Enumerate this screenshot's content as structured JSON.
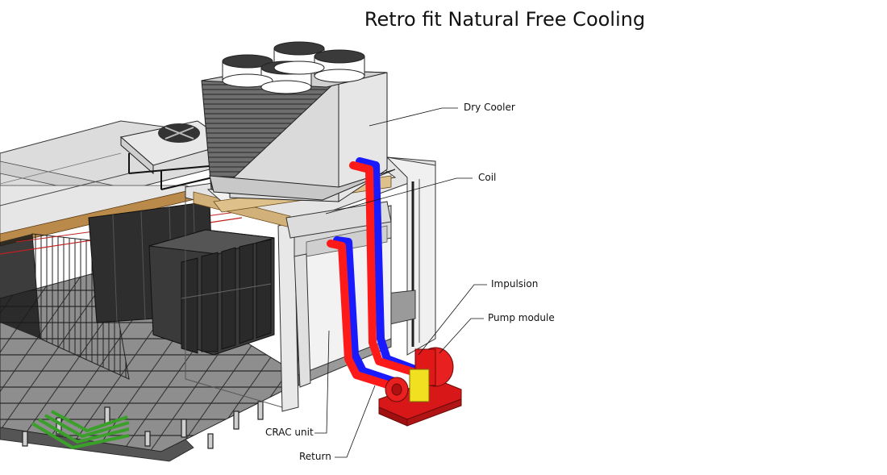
{
  "title": "Retro fit Natural Free Cooling",
  "labels": {
    "dry_cooler": "Dry Cooler",
    "coil": "Coil",
    "impulsion": "Impulsion",
    "pump_module": "Pump module",
    "crac_unit": "CRAC unit",
    "return": "Return"
  },
  "colors": {
    "supply_pipe": "#ff1a1a",
    "return_pipe": "#1a1aff",
    "pump": "#e01818",
    "pump_motor_accent": "#f0e020",
    "cable_tray": "#3aa02a",
    "floor_tile": "#8a8a8a"
  }
}
